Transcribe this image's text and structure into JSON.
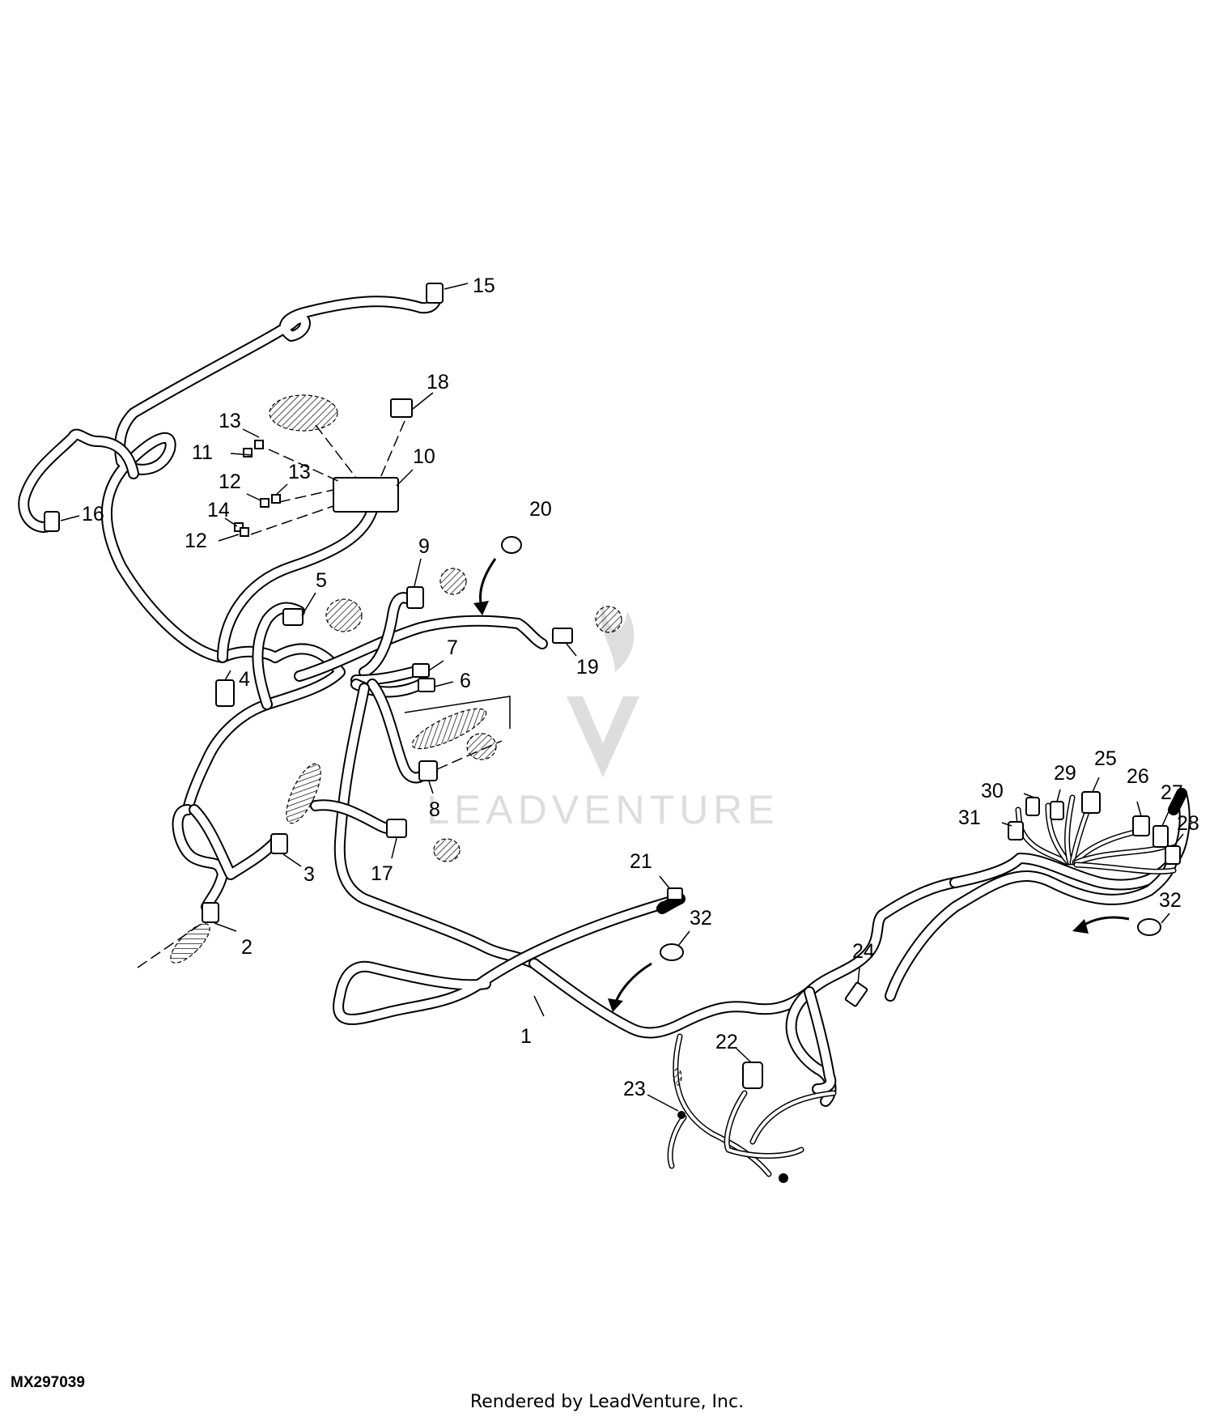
{
  "figure_id": "MX297039",
  "footer_credit": "Rendered by LeadVenture, Inc.",
  "watermark_text": "LEADVENTURE",
  "callouts": [
    "1",
    "2",
    "3",
    "4",
    "5",
    "6",
    "7",
    "8",
    "9",
    "10",
    "11",
    "12",
    "12",
    "13",
    "13",
    "14",
    "15",
    "16",
    "17",
    "18",
    "19",
    "20",
    "21",
    "22",
    "23",
    "24",
    "25",
    "26",
    "27",
    "28",
    "29",
    "30",
    "31",
    "32",
    "32"
  ]
}
